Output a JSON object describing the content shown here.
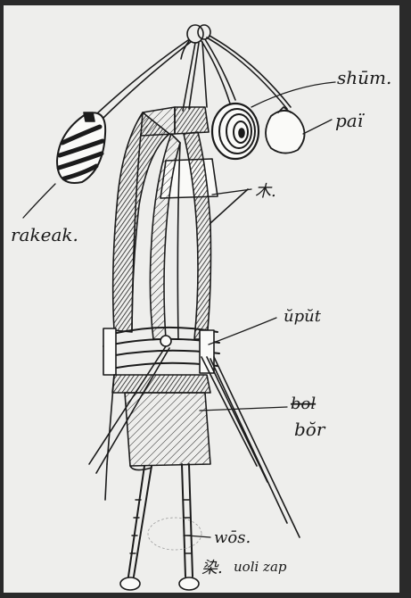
{
  "labels": {
    "rakeak": "rakeak.",
    "shum": "shūm.",
    "pai": "paï",
    "mu": "木.",
    "upat": "ŭpŭt",
    "bor_struck": "bol",
    "bor": "bŏr",
    "wos": "wōs.",
    "kanji_bottom": "染.",
    "uolizap": "uoli zap"
  },
  "colors": {
    "paper": "#eeeeec",
    "ink": "#1b1b1b",
    "frame": "#2a2a2a"
  }
}
